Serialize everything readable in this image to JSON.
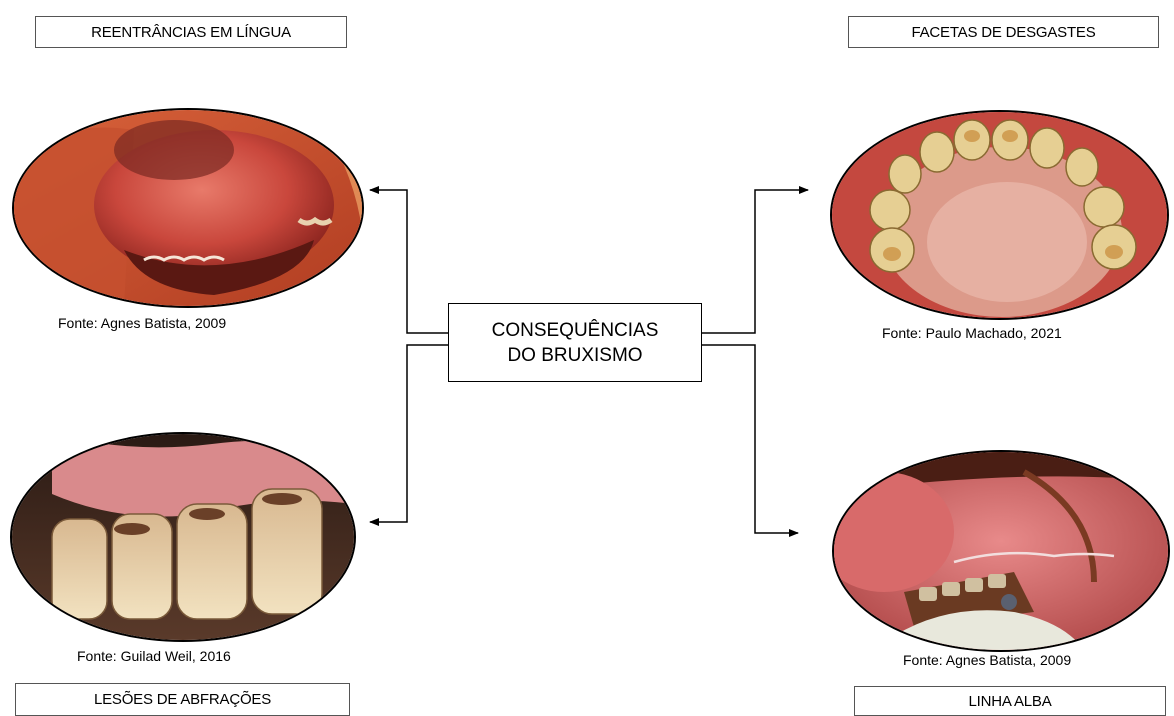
{
  "labels": {
    "top_left": "REENTRÂNCIAS EM LÍNGUA",
    "top_right": "FACETAS DE DESGASTES",
    "bottom_left": "LESÕES DE ABFRAÇÕES",
    "bottom_right": "LINHA ALBA"
  },
  "center": {
    "line1": "CONSEQUÊNCIAS",
    "line2": "DO BRUXISMO"
  },
  "captions": {
    "top_left": "Fonte: Agnes Batista, 2009",
    "top_right": "Fonte: Paulo Machado, 2021",
    "bottom_left": "Fonte: Guilad Weil, 2016",
    "bottom_right": "Fonte: Agnes Batista, 2009"
  },
  "photos": {
    "top_left": "tongue-indentation-photo",
    "top_right": "worn-teeth-facets-photo",
    "bottom_left": "abfraction-lesions-photo",
    "bottom_right": "linea-alba-photo"
  }
}
